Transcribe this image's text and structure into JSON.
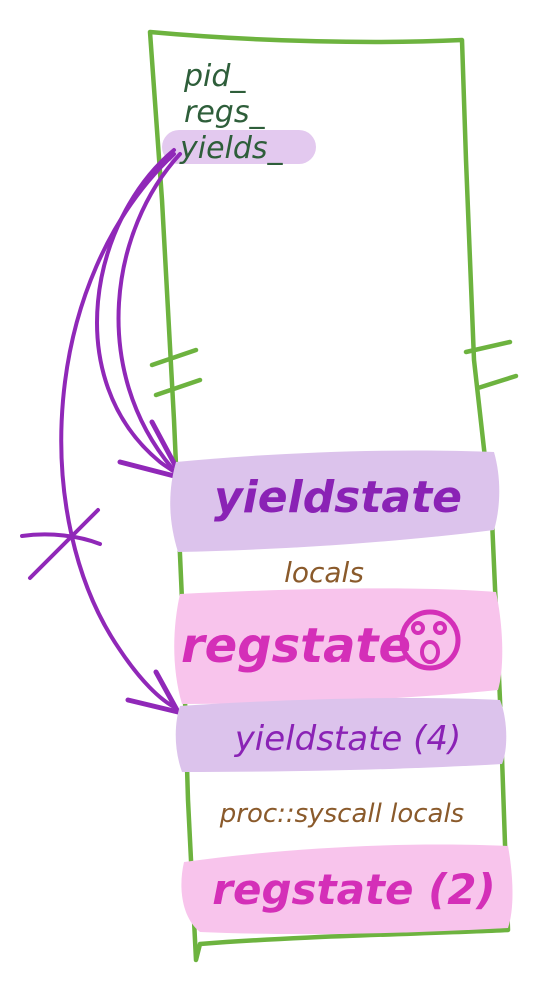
{
  "struct_fields": [
    "pid_",
    "regs_",
    "yields_"
  ],
  "blocks": {
    "yieldstate_top": "yieldstate",
    "locals": "locals",
    "regstate_mid": "regstate",
    "yieldstate_4": "yieldstate (4)",
    "syscall_locals": "proc::syscall locals",
    "regstate_2": "regstate (2)"
  },
  "colors": {
    "stack_border": "#6db33f",
    "field_text": "#2e5e3a",
    "yields_highlight": "#e3c9ef",
    "purple_block": "#dcc3ec",
    "pink_block": "#f8c4ec",
    "purple_text": "#8a22b5",
    "pink_text": "#d42fb8",
    "locals_text": "#8a5a2b",
    "arrow": "#9028b8"
  },
  "icons": {
    "regstate_mid": "surprised-face-icon"
  }
}
